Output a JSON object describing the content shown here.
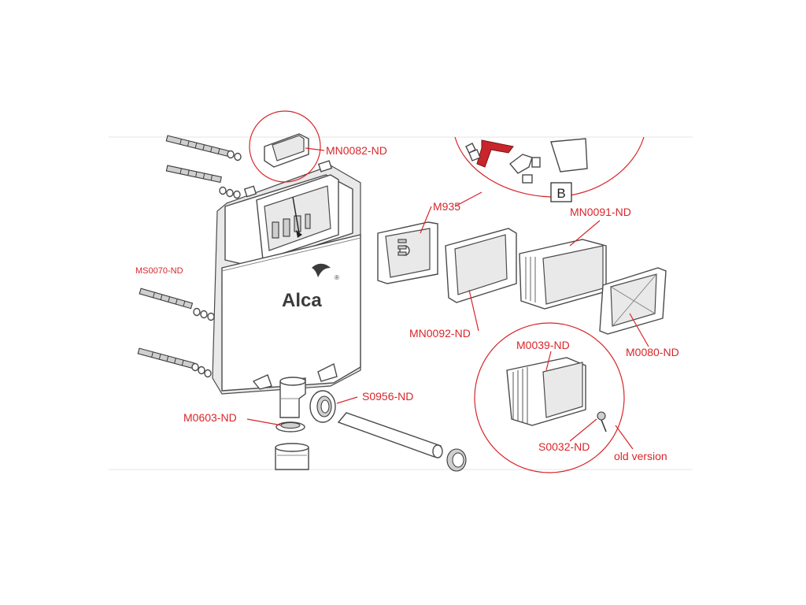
{
  "brand": {
    "logo_text": "Alca",
    "registered_mark": "®"
  },
  "view_marker": "B",
  "labels": {
    "mn0082": "MN0082-ND",
    "m935": "M935",
    "mn0091": "MN0091-ND",
    "ms0070": "MS0070-ND",
    "mn0092": "MN0092-ND",
    "m0039": "M0039-ND",
    "m0080": "M0080-ND",
    "s0956": "S0956-ND",
    "m0603": "M0603-ND",
    "s0032": "S0032-ND",
    "old_version": "old version"
  },
  "colors": {
    "callout": "#d9252a",
    "line": "#4a4a4a",
    "highlight": "#c8262b"
  }
}
